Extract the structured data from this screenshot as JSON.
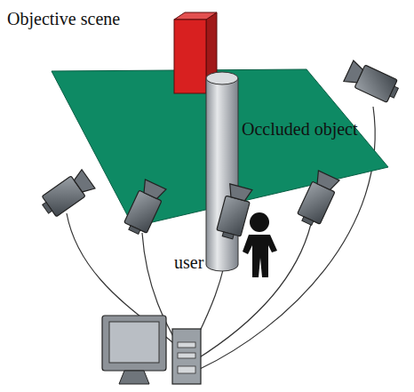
{
  "diagram": {
    "labels": [
      "Objective scene",
      "Occluded object",
      "user"
    ]
  }
}
